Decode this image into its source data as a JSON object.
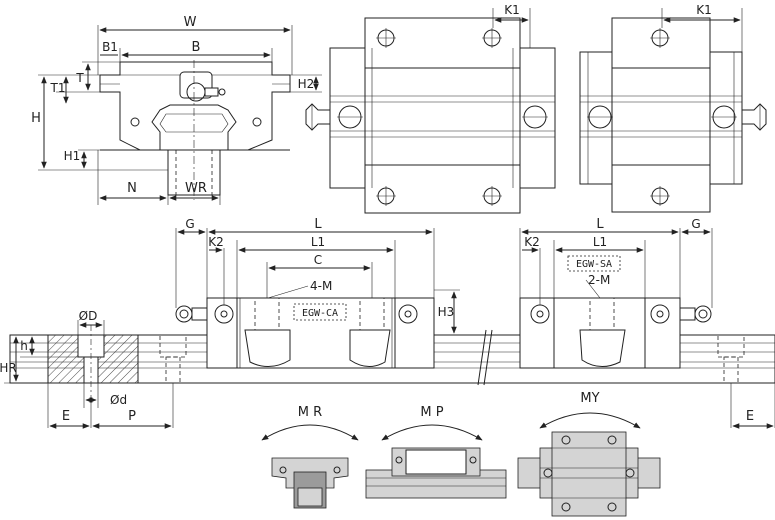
{
  "labels": {
    "W": "W",
    "B": "B",
    "B1": "B1",
    "T": "T",
    "T1": "T1",
    "H": "H",
    "H1": "H1",
    "H2": "H2",
    "N": "N",
    "WR": "WR",
    "K1": "K1",
    "G": "G",
    "K2": "K2",
    "L": "L",
    "L1": "L1",
    "C": "C",
    "M4": "4-M",
    "M2": "2-M",
    "H3": "H3",
    "D": "ØD",
    "d": "Ød",
    "h": "h",
    "HR": "HR",
    "E": "E",
    "P": "P",
    "MR": "M R",
    "MP": "M P",
    "MY": "MY"
  },
  "tags": {
    "ca": "EGW-CA",
    "sa": "EGW-SA"
  },
  "colors": {
    "line": "#222222",
    "hatch": "#9b9b9b",
    "light_fill": "#d4d4d4",
    "background": "#ffffff"
  }
}
